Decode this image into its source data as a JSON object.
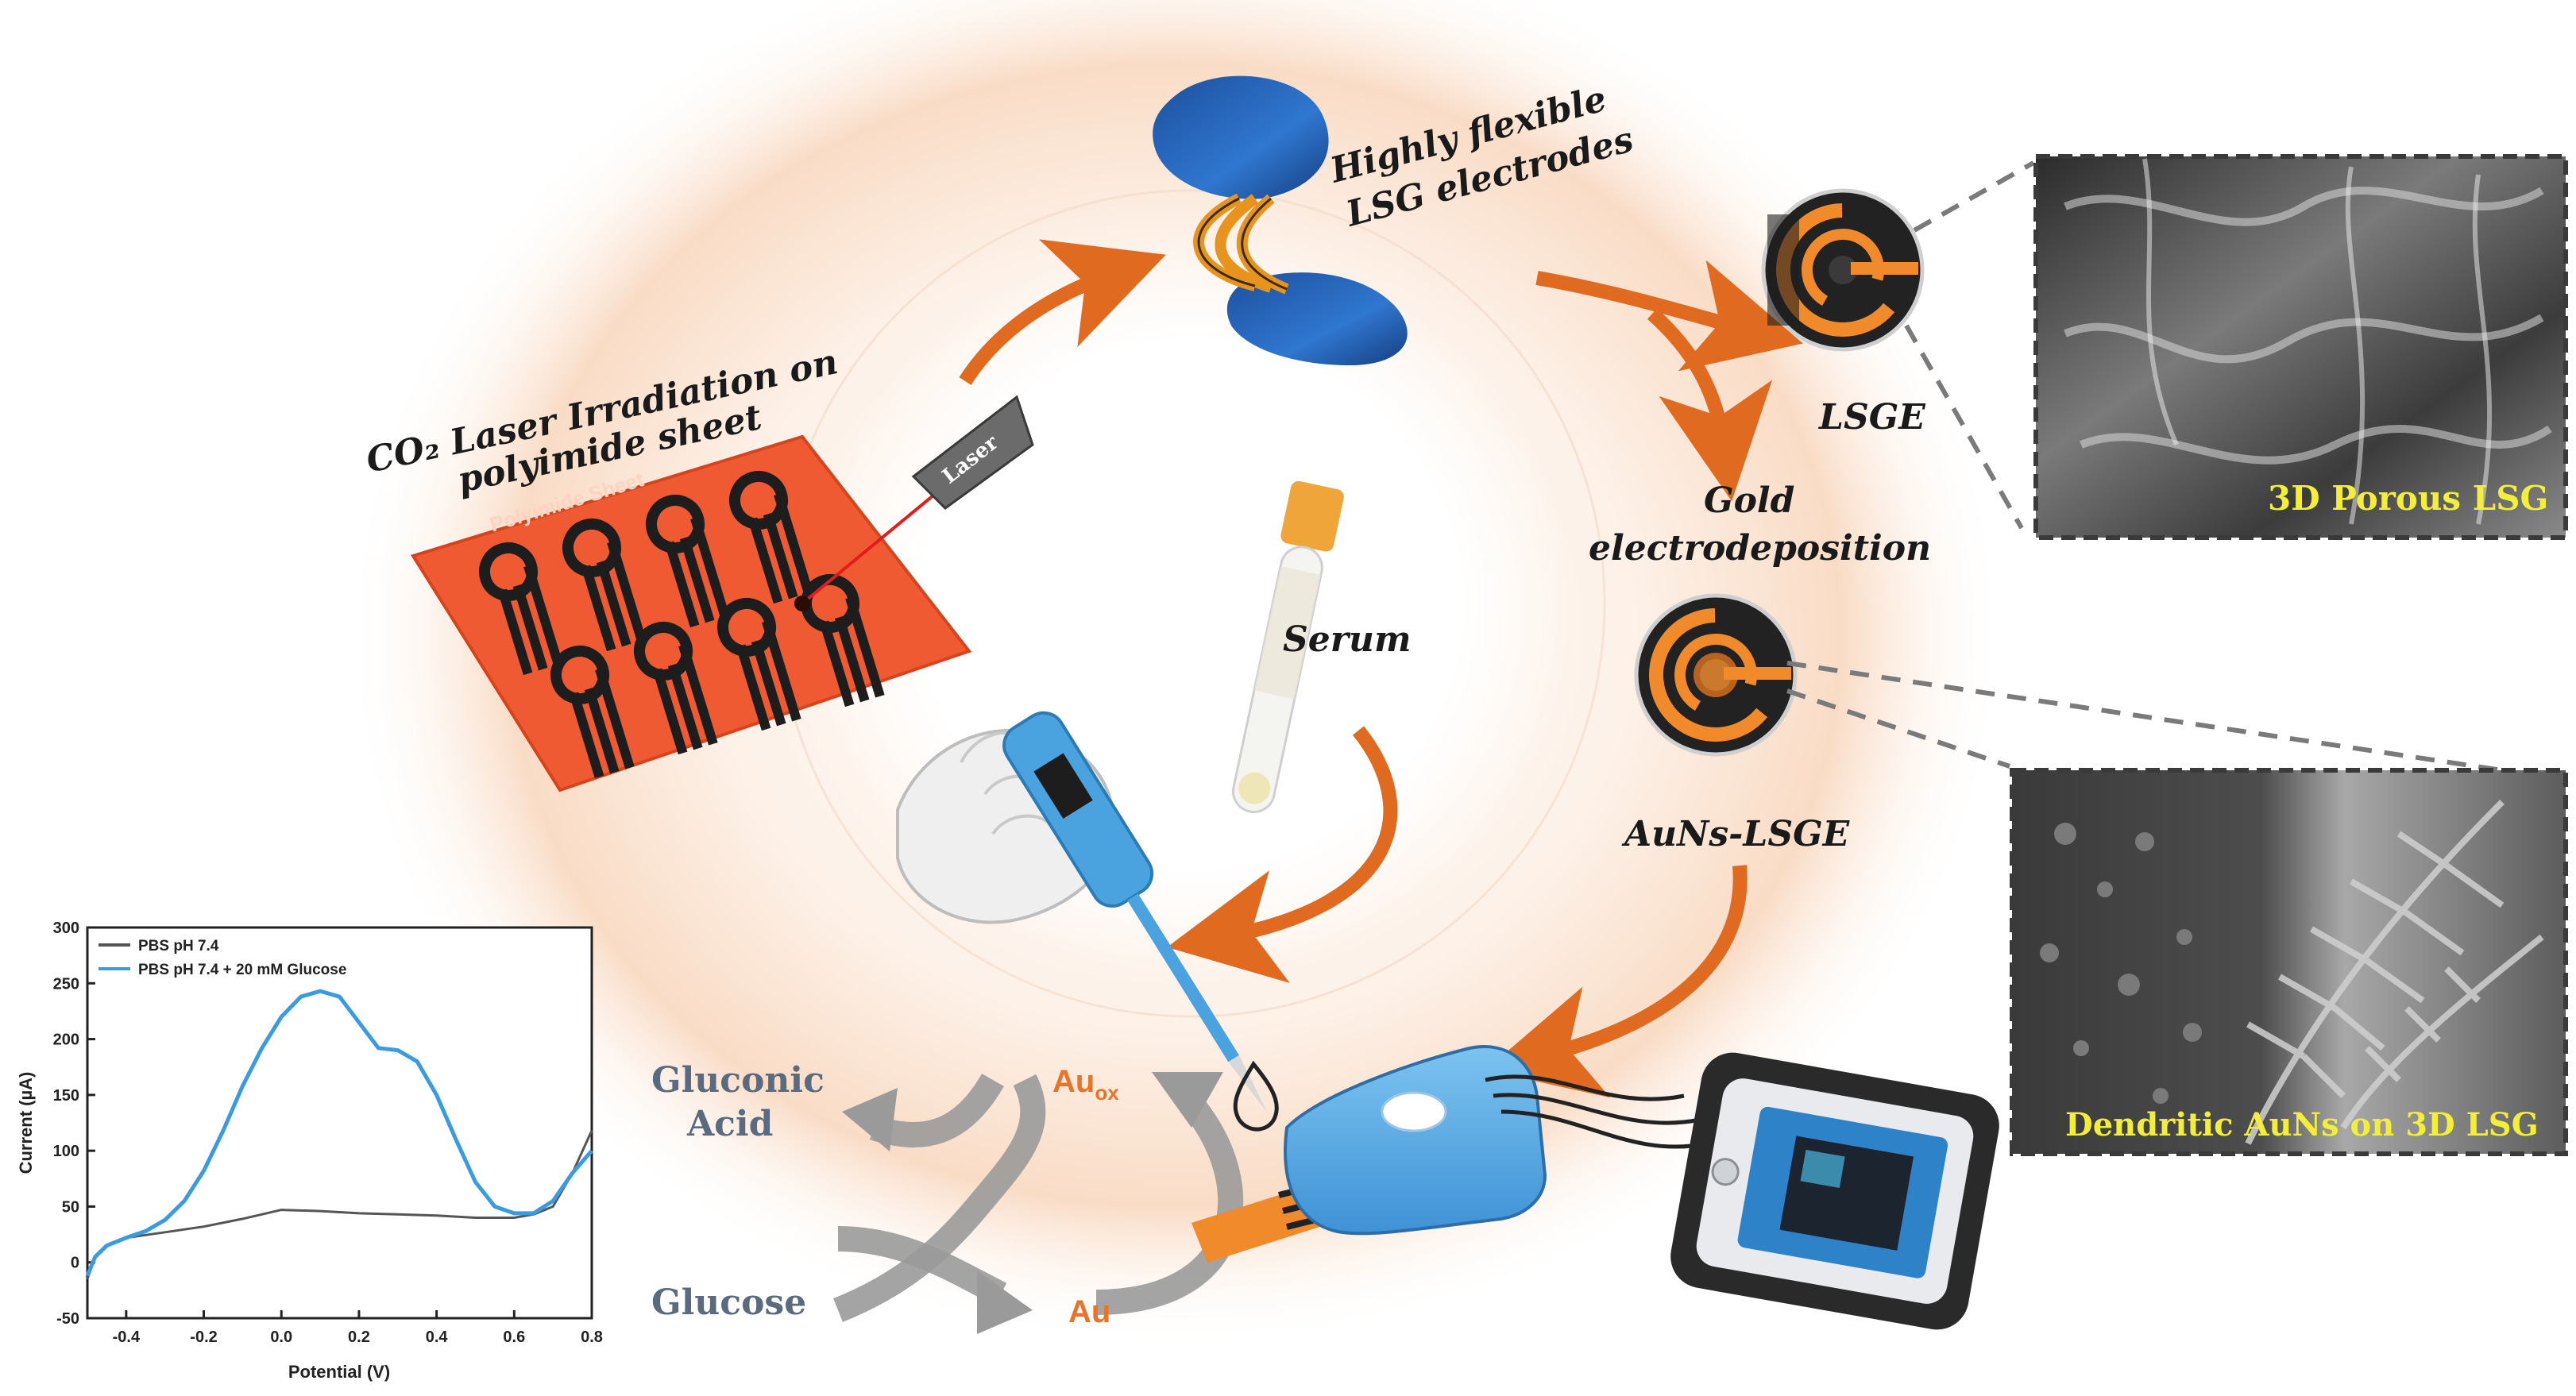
{
  "labels": {
    "laser_title_line1": "CO₂ Laser Irradiation on",
    "laser_title_line2": "polyimide sheet",
    "sheet_label": "Polyimide Sheet",
    "laser_label": "Laser",
    "flex_line1": "Highly flexible",
    "flex_line2": "LSG electrodes",
    "lsge": "LSGE",
    "gold_line1": "Gold",
    "gold_line2": "electrodeposition",
    "aunslsge": "AuNs-LSGE",
    "serum": "Serum",
    "sem1_caption": "3D Porous LSG",
    "sem2_caption": "Dendritic AuNs on 3D LSG",
    "gluconic_line1": "Gluconic",
    "gluconic_line2": "Acid",
    "glucose": "Glucose",
    "au_ox_base": "Au",
    "au_ox_sub": "ox",
    "au": "Au"
  },
  "colors": {
    "arrow_orange": "#e06a1f",
    "polyimide": "#ef5a32",
    "electrode_orange": "#f08a2a",
    "sem_caption": "#f2ee3a",
    "pipette_blue": "#4aa3df",
    "line_black": "#555555",
    "line_blue": "#3b9be0"
  },
  "chart_data": {
    "type": "line",
    "xlabel": "Potential (V)",
    "ylabel": "Current (µA)",
    "xlim": [
      -0.5,
      0.8
    ],
    "ylim": [
      -50,
      300
    ],
    "xticks": [
      -0.4,
      -0.2,
      0.0,
      0.2,
      0.4,
      0.6,
      0.8
    ],
    "yticks": [
      -50,
      0,
      50,
      100,
      150,
      200,
      250,
      300
    ],
    "xtick_labels": [
      "-0.4",
      "-0.2",
      "0.0",
      "0.2",
      "0.4",
      "0.6",
      "0.8"
    ],
    "ytick_labels": [
      "-50",
      "0",
      "50",
      "100",
      "150",
      "200",
      "250",
      "300"
    ],
    "legend_position": "top-left",
    "series": [
      {
        "name": "PBS pH 7.4",
        "color": "#555555",
        "x": [
          -0.5,
          -0.48,
          -0.45,
          -0.4,
          -0.3,
          -0.2,
          -0.1,
          0.0,
          0.1,
          0.2,
          0.3,
          0.4,
          0.5,
          0.6,
          0.65,
          0.7,
          0.75,
          0.8
        ],
        "y": [
          -15,
          5,
          15,
          22,
          27,
          32,
          39,
          47,
          46,
          44,
          43,
          42,
          40,
          40,
          43,
          50,
          80,
          118
        ]
      },
      {
        "name": "PBS pH 7.4 + 20 mM Glucose",
        "color": "#3b9be0",
        "x": [
          -0.5,
          -0.48,
          -0.45,
          -0.4,
          -0.35,
          -0.3,
          -0.25,
          -0.2,
          -0.15,
          -0.1,
          -0.05,
          0.0,
          0.05,
          0.1,
          0.15,
          0.2,
          0.25,
          0.3,
          0.35,
          0.4,
          0.45,
          0.5,
          0.55,
          0.6,
          0.65,
          0.7,
          0.75,
          0.8
        ],
        "y": [
          -12,
          5,
          15,
          22,
          28,
          38,
          55,
          82,
          118,
          158,
          192,
          220,
          238,
          243,
          238,
          215,
          192,
          190,
          180,
          150,
          110,
          72,
          50,
          44,
          44,
          55,
          80,
          100
        ]
      }
    ]
  }
}
